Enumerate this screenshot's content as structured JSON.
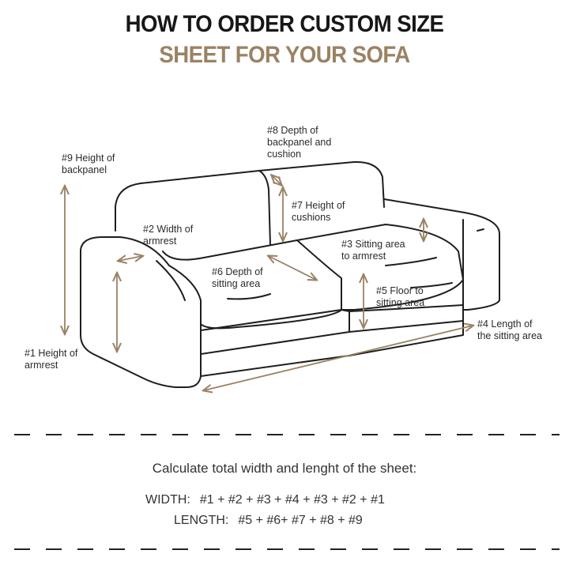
{
  "header": {
    "title_line1": "HOW TO ORDER CUSTOM SIZE",
    "title_line2": "SHEET FOR YOUR SOFA"
  },
  "labels": {
    "m1": [
      "#1 Height of",
      "armrest"
    ],
    "m2": [
      "#2 Width of",
      "armrest"
    ],
    "m3": [
      "#3 Sitting area",
      "to armrest"
    ],
    "m4": [
      "#4 Length of",
      "the sitting area"
    ],
    "m5": [
      "#5 Floor to",
      "sitting area"
    ],
    "m6": [
      "#6 Depth of",
      "sitting area"
    ],
    "m7": [
      "#7 Height of",
      "cushions"
    ],
    "m8": [
      "#8 Depth of",
      "backpanel and",
      "cushion"
    ],
    "m9": [
      "#9 Height of",
      "backpanel"
    ]
  },
  "calculation": {
    "heading": "Calculate total width and lenght of the sheet:",
    "width_key": "WIDTH:",
    "width_formula": "#1 + #2 + #3 + #4 + #3 + #2 + #1",
    "length_key": "LENGTH:",
    "length_formula": "#5 + #6+ #7 + #8 + #9"
  },
  "colors": {
    "accent": "#9a8264",
    "line": "#1e1e1e"
  }
}
